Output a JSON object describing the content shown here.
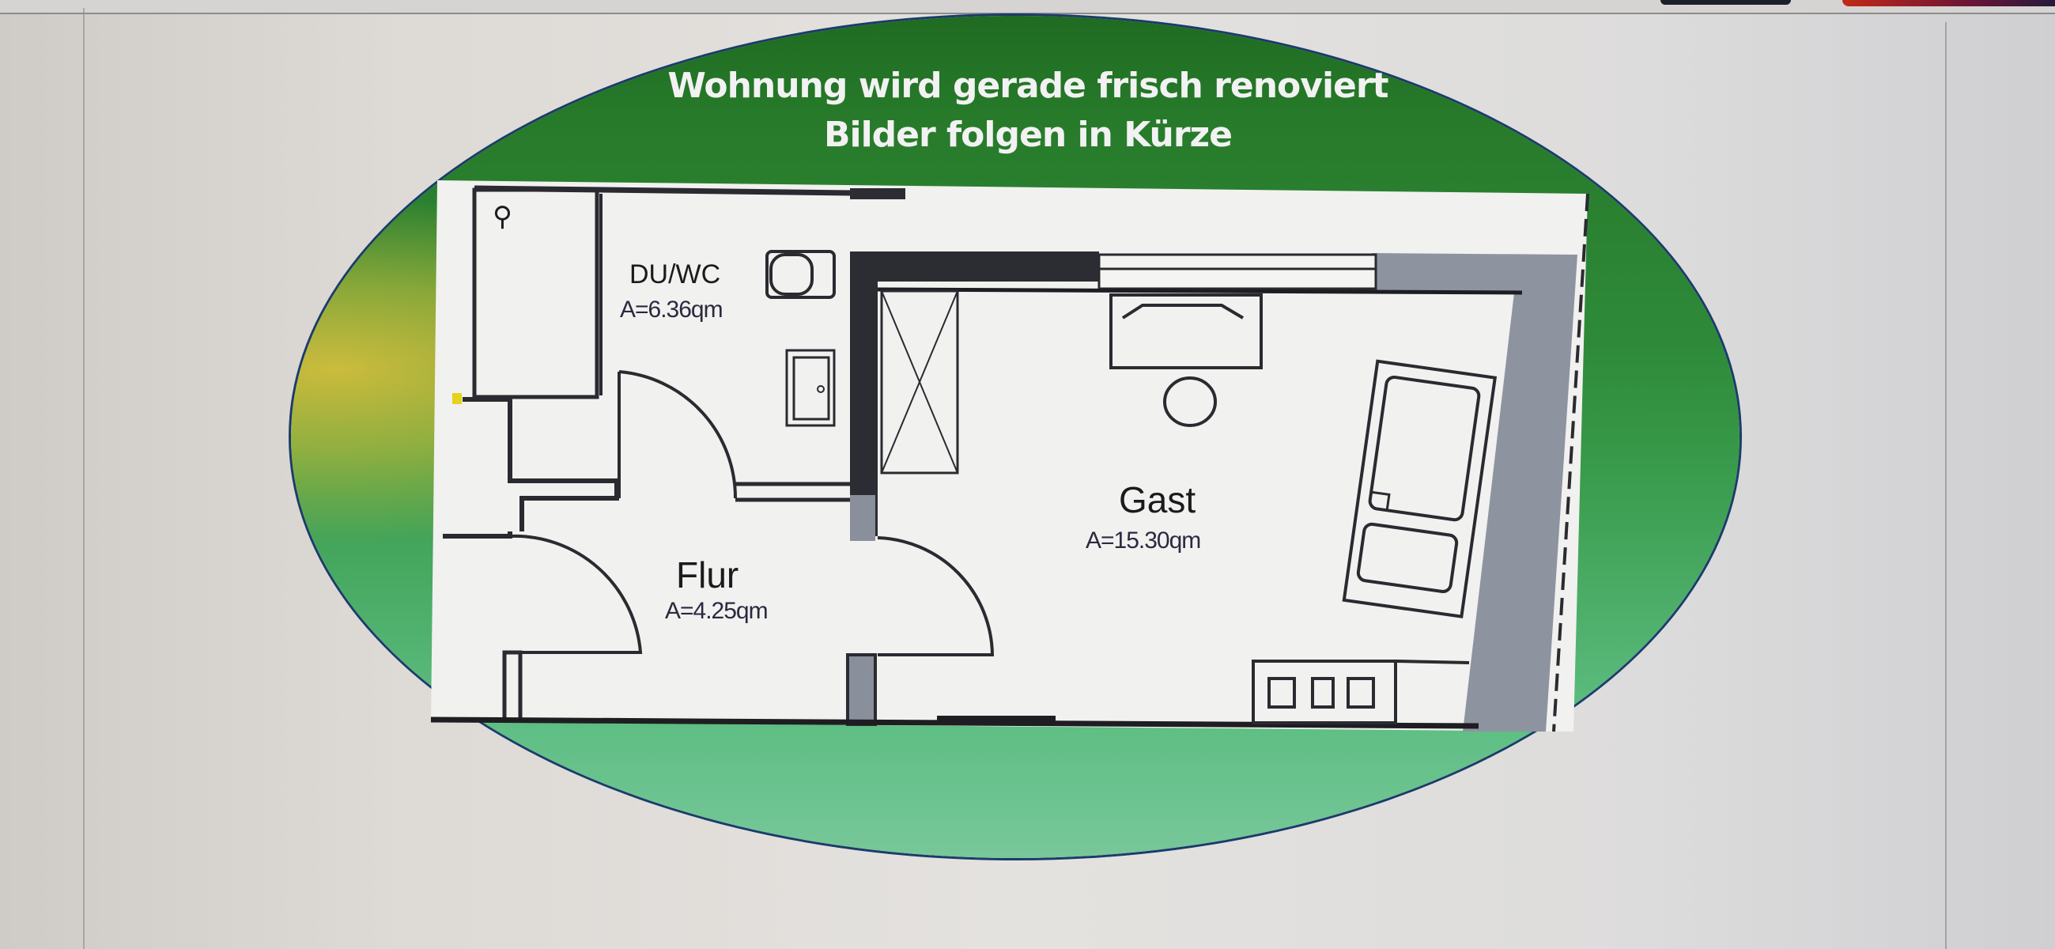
{
  "announcement": {
    "line1": "Wohnung wird gerade frisch renoviert",
    "line2": "Bilder folgen in Kürze"
  },
  "floor_plan": {
    "rooms": [
      {
        "id": "du-wc",
        "name": "DU/WC",
        "area": "A=6.36qm"
      },
      {
        "id": "flur",
        "name": "Flur",
        "area": "A=4.25qm"
      },
      {
        "id": "gast",
        "name": "Gast",
        "area": "A=15.30qm"
      }
    ],
    "fixtures": [
      "shower",
      "toilet",
      "sink",
      "wardrobe",
      "desk",
      "chair",
      "bed",
      "kitchenette-stove"
    ]
  },
  "colors": {
    "ellipse_dark_green": "#1f6b22",
    "ellipse_light_green": "#78c79a",
    "ellipse_yellow_tint": "#d4be3c",
    "wall_dark": "#2c2d32",
    "wall_gray": "#8a8f9c",
    "floor": "#f1f1ef",
    "text_white": "#f2f2f2"
  }
}
